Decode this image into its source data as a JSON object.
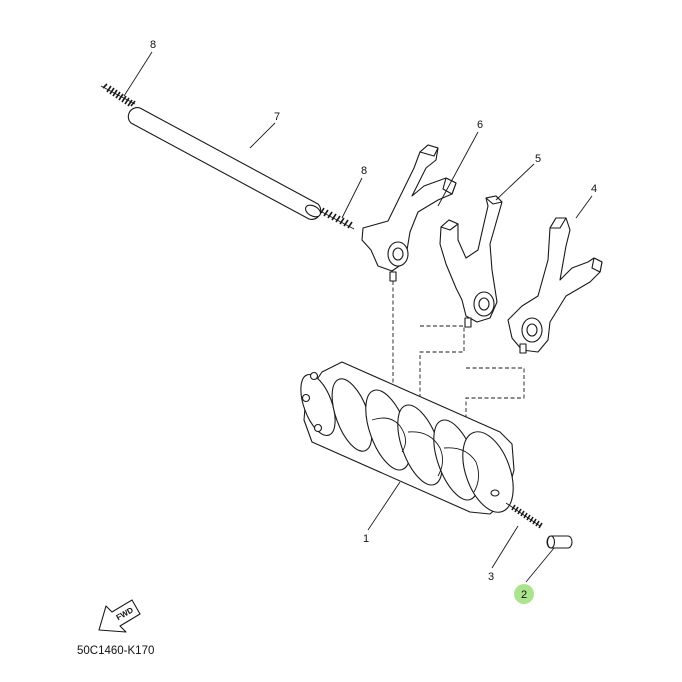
{
  "diagram": {
    "callouts": [
      {
        "id": "1",
        "label": "1"
      },
      {
        "id": "2",
        "label": "2",
        "highlight_color": "#9be07a"
      },
      {
        "id": "3",
        "label": "3"
      },
      {
        "id": "4",
        "label": "4"
      },
      {
        "id": "5",
        "label": "5"
      },
      {
        "id": "6",
        "label": "6"
      },
      {
        "id": "7",
        "label": "7"
      },
      {
        "id": "8a",
        "label": "8"
      },
      {
        "id": "8b",
        "label": "8"
      }
    ],
    "fwd_label": "FWD",
    "drawing_code": "50C1460-K170"
  },
  "colors": {
    "line": "#1a1a1a",
    "background": "#ffffff",
    "highlight": "#9be07a"
  }
}
